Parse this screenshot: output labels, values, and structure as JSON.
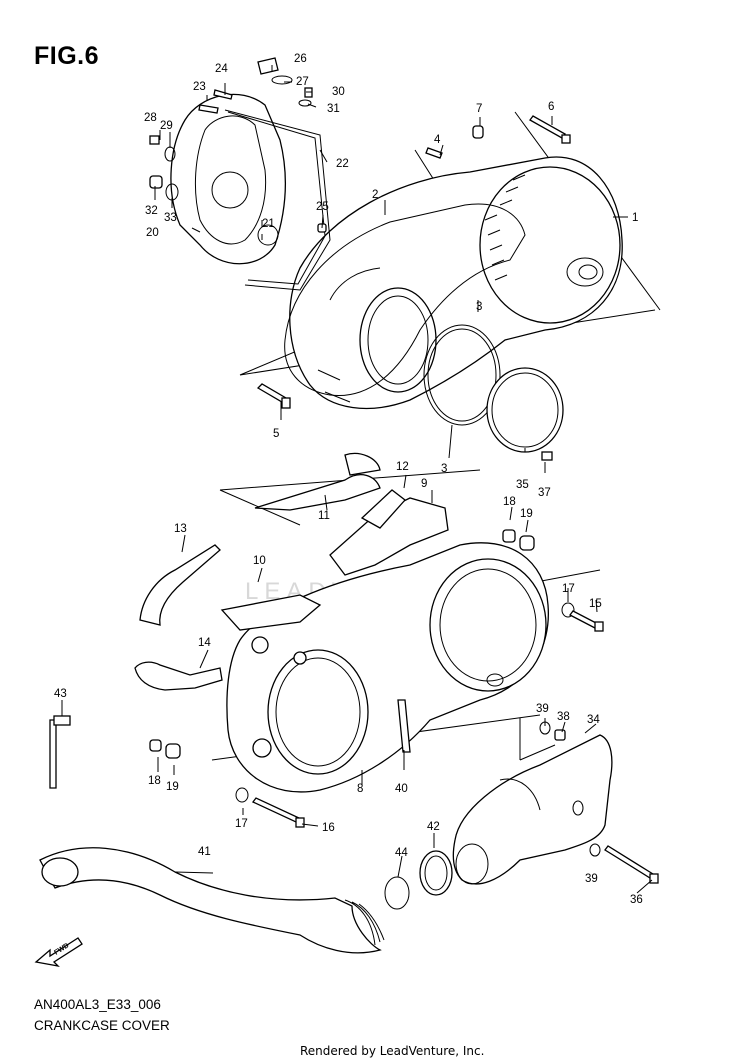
{
  "figure": {
    "title": "FIG.6",
    "model_code": "AN400AL3_E33_006",
    "section_title": "CRANKCASE COVER",
    "footer": "Rendered by LeadVenture, Inc.",
    "watermark": "LEADVENTURE"
  },
  "fwd_arrow": {
    "label": "FWD",
    "icon": "fwd-arrow-icon"
  },
  "callouts": {
    "c1": "1",
    "c2": "2",
    "c3a": "3",
    "c3b": "3",
    "c4": "4",
    "c5": "5",
    "c6": "6",
    "c7": "7",
    "c8": "8",
    "c9": "9",
    "c10": "10",
    "c11": "11",
    "c12": "12",
    "c13": "13",
    "c14": "14",
    "c15": "15",
    "c16": "16",
    "c17a": "17",
    "c17b": "17",
    "c18a": "18",
    "c18b": "18",
    "c19a": "19",
    "c19b": "19",
    "c20": "20",
    "c21": "21",
    "c22": "22",
    "c23": "23",
    "c24": "24",
    "c25": "25",
    "c26": "26",
    "c27": "27",
    "c28": "28",
    "c29": "29",
    "c30": "30",
    "c31": "31",
    "c32": "32",
    "c33": "33",
    "c34": "34",
    "c35": "35",
    "c36": "36",
    "c37": "37",
    "c38": "38",
    "c39a": "39",
    "c39b": "39",
    "c40": "40",
    "c41": "41",
    "c42": "42",
    "c43": "43",
    "c44": "44"
  }
}
